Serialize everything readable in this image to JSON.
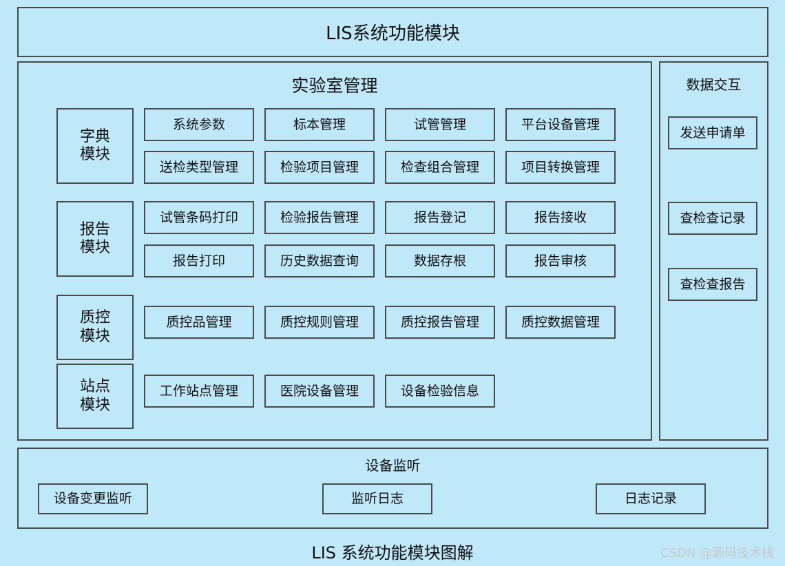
{
  "title": "LIS系统功能模块",
  "caption": "LIS 系统功能模块图解",
  "watermark": "CSDN @源码技术栈",
  "colors": {
    "background": "#bfe8f8",
    "border": "#4a4a4a",
    "text": "#111111",
    "watermark": "#c9c9c9"
  },
  "lab": {
    "section_title": "实验室管理",
    "modules": [
      {
        "label": "字典\n模块",
        "rows": [
          [
            "系统参数",
            "标本管理",
            "试管管理",
            "平台设备管理"
          ],
          [
            "送检类型管理",
            "检验项目管理",
            "检查组合管理",
            "项目转换管理"
          ]
        ]
      },
      {
        "label": "报告\n模块",
        "rows": [
          [
            "试管条码打印",
            "检验报告管理",
            "报告登记",
            "报告接收"
          ],
          [
            "报告打印",
            "历史数据查询",
            "数据存根",
            "报告审核"
          ]
        ]
      },
      {
        "label": "质控\n模块",
        "rows": [
          [
            "质控品管理",
            "质控规则管理",
            "质控报告管理",
            "质控数据管理"
          ]
        ]
      },
      {
        "label": "站点\n模块",
        "rows": [
          [
            "工作站点管理",
            "医院设备管理",
            "设备检验信息"
          ]
        ]
      }
    ]
  },
  "data_interaction": {
    "section_title": "数据交互",
    "items": [
      "发送申请单",
      "查检查记录",
      "查检查报告"
    ]
  },
  "device_listener": {
    "section_title": "设备监听",
    "items": [
      "设备变更监听",
      "监听日志",
      "日志记录"
    ]
  }
}
